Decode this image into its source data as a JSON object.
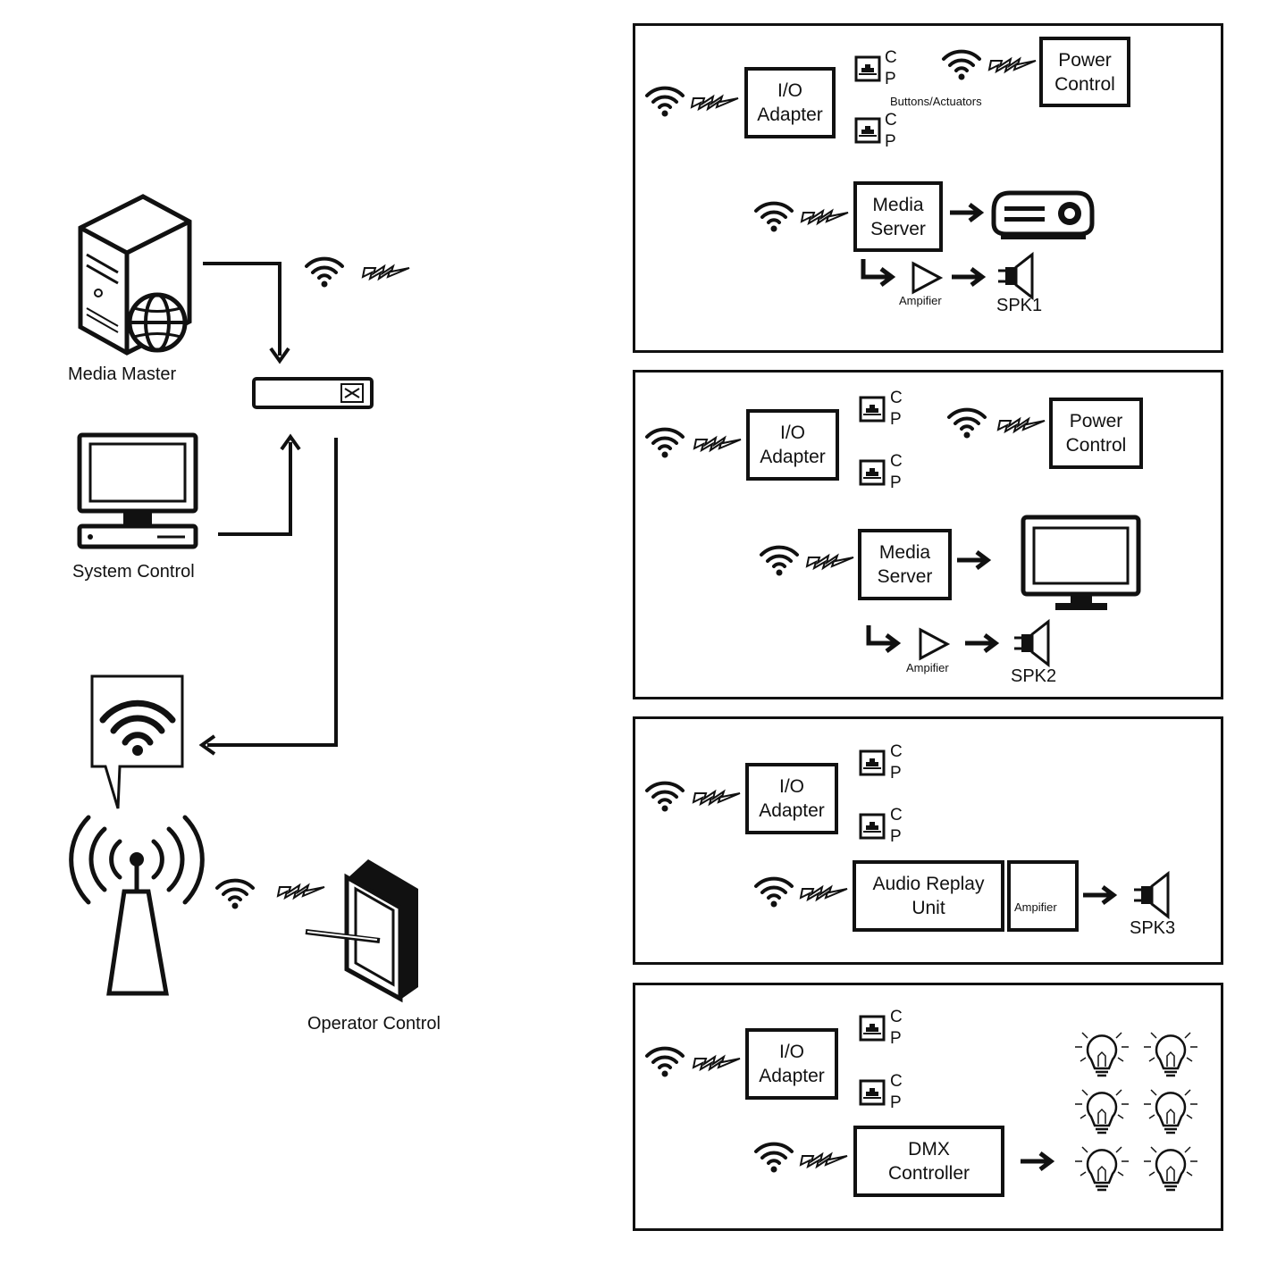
{
  "left": {
    "media_master": "Media Master",
    "system_control": "System Control",
    "operator_control": "Operator Control"
  },
  "panels": [
    {
      "io_adapter": "I/O\nAdapter",
      "cp_top": "C\nP",
      "cp_bottom": "C\nP",
      "buttons_label": "Buttons/Actuators",
      "power_control": "Power\nControl",
      "media_server": "Media\nServer",
      "amplifier": "Ampifier",
      "speaker": "SPK1",
      "output_icon": "projector-icon"
    },
    {
      "io_adapter": "I/O\nAdapter",
      "cp_top": "C\nP",
      "cp_bottom": "C\nP",
      "power_control": "Power\nControl",
      "media_server": "Media\nServer",
      "amplifier": "Ampifier",
      "speaker": "SPK2",
      "output_icon": "monitor-icon"
    },
    {
      "io_adapter": "I/O\nAdapter",
      "cp_top": "C\nP",
      "cp_bottom": "C\nP",
      "audio_replay": "Audio Replay\nUnit",
      "amplifier": "Ampifier",
      "speaker": "SPK3"
    },
    {
      "io_adapter": "I/O\nAdapter",
      "cp_top": "C\nP",
      "cp_bottom": "C\nP",
      "dmx": "DMX\nController",
      "output_icon": "light-bulb-icon"
    }
  ],
  "colors": {
    "stroke": "#111111",
    "background": "#ffffff"
  }
}
